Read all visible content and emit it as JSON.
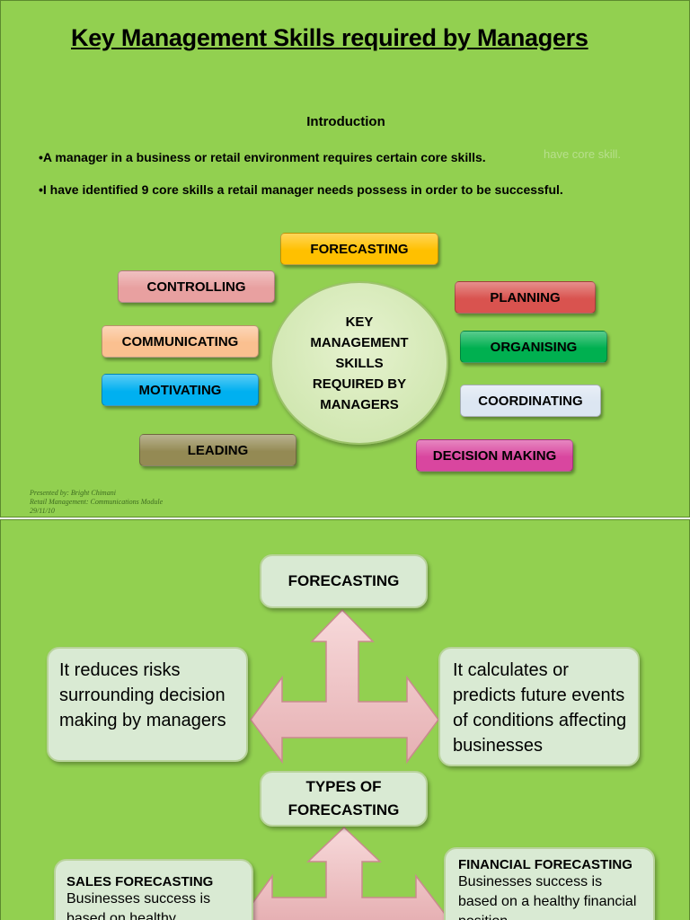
{
  "slide1": {
    "title": "Key Management Skills required by Managers",
    "intro_heading": "Introduction",
    "bullet1": "•A manager in a business or retail environment requires certain core skills.",
    "bullet1_ghost": "have core skill.",
    "bullet2": "•I have identified  9 core skills a retail manager needs possess in order  to be successful.",
    "center": "KEY\nMANAGEMENT\nSKILLS\nREQUIRED BY\nMANAGERS",
    "skills": {
      "forecasting": {
        "label": "FORECASTING",
        "color": "#ffc000"
      },
      "controlling": {
        "label": "CONTROLLING",
        "color": "#e8a0a0"
      },
      "planning": {
        "label": "PLANNING",
        "color": "#d9534f"
      },
      "communicating": {
        "label": "COMMUNICATING",
        "color": "#fac090"
      },
      "organising": {
        "label": "ORGANISING",
        "color": "#00b050"
      },
      "motivating": {
        "label": "MOTIVATING",
        "color": "#00b0f0"
      },
      "coordinating": {
        "label": "COORDINATING",
        "color": "#dce6f2"
      },
      "leading": {
        "label": "LEADING",
        "color": "#948a54"
      },
      "decision_making": {
        "label": "DECISION MAKING",
        "color": "#d9469f"
      }
    },
    "credit": {
      "line1": "Presented by: Bright Chimani",
      "line2": "Retail Management: Communications Module",
      "line3": "29/11/10"
    }
  },
  "slide2": {
    "forecasting_title": "FORECASTING",
    "left_text": "It reduces risks surrounding decision making by managers",
    "right_text": "It calculates or predicts future events of conditions affecting businesses",
    "types_title": "TYPES OF FORECASTING",
    "sales_title": "SALES FORECASTING",
    "sales_text": "Businesses success is based on healthy",
    "financial_title": "FINANCIAL FORECASTING",
    "financial_text": "Businesses success is based on a healthy financial position"
  }
}
